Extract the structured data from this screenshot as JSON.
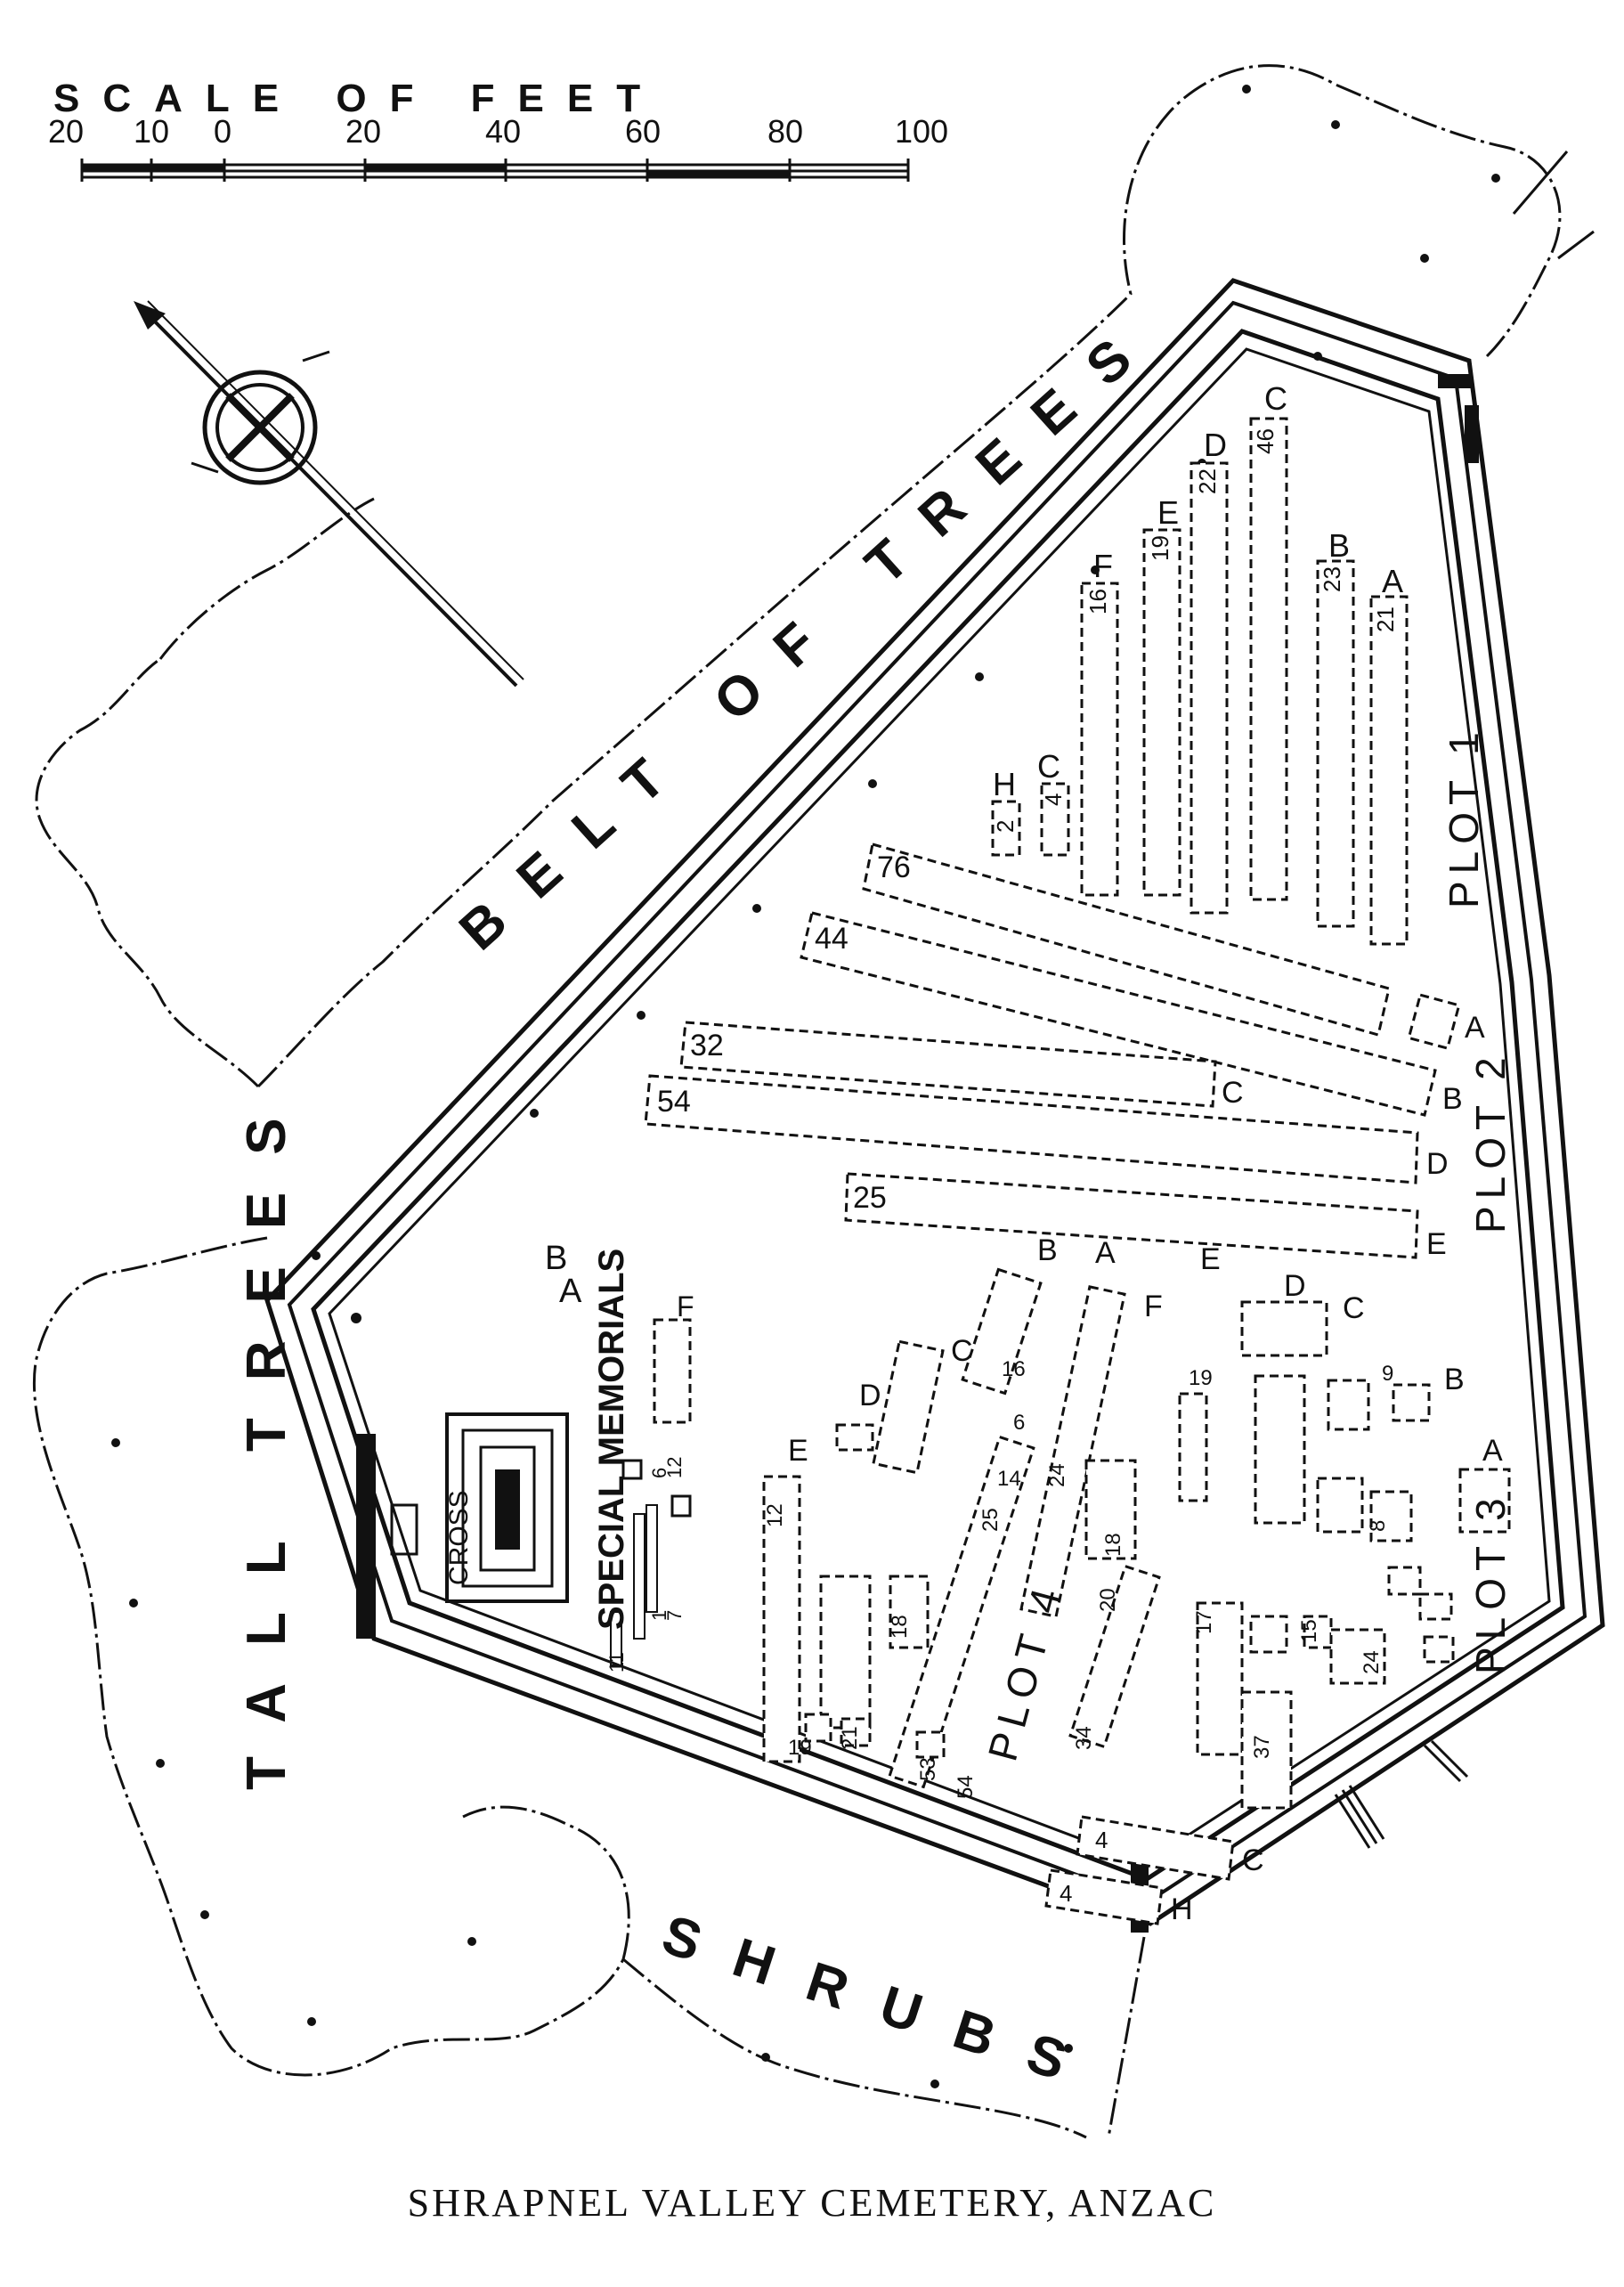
{
  "caption": "SHRAPNEL VALLEY CEMETERY, ANZAC",
  "scale": {
    "title": "SCALE OF FEET",
    "ticks": [
      "20",
      "10",
      "0",
      "20",
      "40",
      "60",
      "80",
      "100"
    ]
  },
  "areas": {
    "belt_of_trees": "BELT OF TREES",
    "tall_trees": "TALL TREES",
    "shrubs": "SHRUBS"
  },
  "features": {
    "cross": "CROSS",
    "special_memorials": "SPECIAL MEMORIALS"
  },
  "plots": {
    "plot1": "PLOT 1",
    "plot2": "PLOT 2",
    "plot3": "PLOT 3",
    "plot4": "PLOT 4"
  },
  "row_labels": {
    "p1_A": "A",
    "p1_B": "B",
    "p1_C": "C",
    "p1_D": "D",
    "p1_E": "E",
    "p1_F": "F",
    "p1_C2": "C",
    "p1_H": "H",
    "p2_A": "A",
    "p2_B": "B",
    "p2_C": "C",
    "p2_D": "D",
    "p2_E": "E",
    "p4_A": "A",
    "p4_B": "B",
    "p4_C": "C",
    "p4_D": "D",
    "p4_E": "E",
    "p4_F": "F",
    "p3_A": "A",
    "p3_B": "B",
    "p3_C": "C",
    "p3_D": "D",
    "p3_E": "E",
    "bottom_C": "C",
    "bottom_H": "H",
    "sm_A": "A",
    "sm_B": "B",
    "f_label": "F"
  },
  "grave_counts": {
    "p1_46": "46",
    "p1_22": "22",
    "p1_23": "23",
    "p1_21": "21",
    "p1_19": "19",
    "p1_16": "16",
    "p1_4": "4",
    "p1_2": "2",
    "p2_76": "76",
    "p2_44": "44",
    "p2_32": "32",
    "p2_54": "54",
    "p2_25": "25",
    "p4_12": "12",
    "p4_19": "19",
    "p4_18": "18",
    "p4_21": "21",
    "p4_16": "16",
    "p4_6": "6",
    "p4_14": "14",
    "p4_24": "24",
    "p4_25": "25",
    "p4_53": "53",
    "p4_54": "54",
    "p4_20": "20",
    "p4_34": "34",
    "p4_18b": "18",
    "p3_19": "19",
    "p3_17": "17",
    "p3_37": "37",
    "p3_15": "15",
    "p3_24": "24",
    "p3_9": "9",
    "p3_8": "8",
    "b_4c": "4",
    "b_4h": "4",
    "sm_7": "7",
    "sm_12": "12",
    "sm_1": "1",
    "sm_6": "6",
    "sm_11": "11"
  },
  "colors": {
    "ink": "#111111",
    "paper": "#ffffff"
  },
  "icons": {
    "compass": "north-arrow-icon"
  }
}
